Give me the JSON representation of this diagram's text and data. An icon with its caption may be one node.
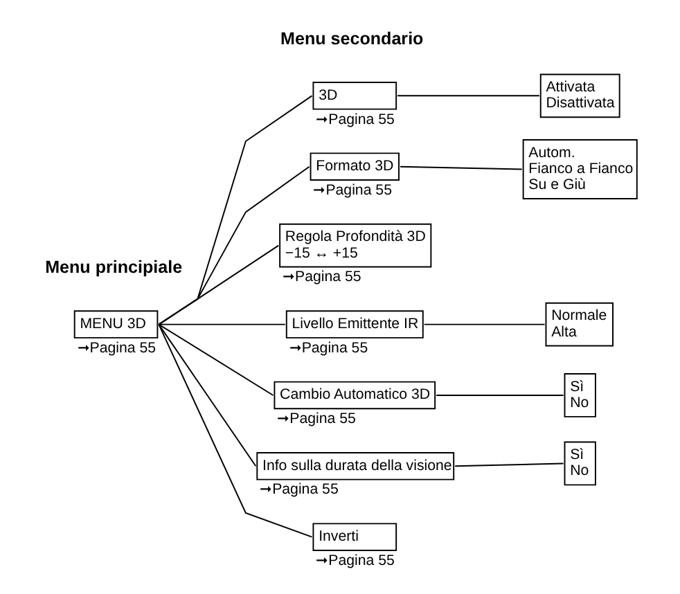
{
  "diagram": {
    "nodes": [
      {
        "text": [
          "MENU 3D"
        ],
        "beside": [
          "➞Pagina 55"
        ]
      },
      {
        "text": [
          "3D"
        ],
        "beside": [
          "➞Pagina 55"
        ]
      },
      {
        "text": [
          "Formato 3D"
        ],
        "beside": [
          "➞Pagina 55"
        ]
      },
      {
        "text": [
          "Regola Profondità 3D",
          "−15 ↔ +15"
        ],
        "beside": [
          "➞Pagina 55"
        ]
      },
      {
        "text": [
          "Livello Emittente IR"
        ],
        "beside": [
          "➞Pagina 55"
        ]
      },
      {
        "text": [
          "Cambio Automatico 3D"
        ],
        "beside": [
          "➞Pagina 55"
        ]
      },
      {
        "text": [
          "Info sulla durata della visione"
        ],
        "beside": [
          "➞Pagina 55"
        ]
      },
      {
        "text": [
          "Inverti"
        ],
        "beside": [
          "➞Pagina 55"
        ]
      },
      {
        "text": [
          "Attivata",
          "Disattivata"
        ]
      },
      {
        "text": [
          "Autom.",
          "Fianco a Fianco",
          "Su e Giù"
        ]
      },
      {
        "text": [
          "Normale",
          "Alta"
        ]
      },
      {
        "text": [
          "Sì",
          "No"
        ]
      },
      {
        "text": [
          "Sì",
          "No"
        ]
      }
    ],
    "edges": [
      {
        "from": 0,
        "to": 1,
        "arrow": "none"
      },
      {
        "from": 0,
        "to": 2,
        "arrow": "none"
      },
      {
        "from": 0,
        "to": 3,
        "arrow": "none"
      },
      {
        "from": 0,
        "to": 4,
        "arrow": "none"
      },
      {
        "from": 0,
        "to": 5,
        "arrow": "none"
      },
      {
        "from": 0,
        "to": 6,
        "arrow": "none"
      },
      {
        "from": 0,
        "to": 7,
        "arrow": "none"
      },
      {
        "from": 1,
        "to": 8,
        "arrow": "none"
      },
      {
        "from": 2,
        "to": 9,
        "arrow": "none"
      },
      {
        "from": 4,
        "to": 10,
        "arrow": "none"
      },
      {
        "from": 5,
        "to": 11,
        "arrow": "none"
      },
      {
        "from": 6,
        "to": 12,
        "arrow": "none"
      }
    ],
    "labels": [
      "Menu principiale",
      "Menu secondario"
    ]
  }
}
